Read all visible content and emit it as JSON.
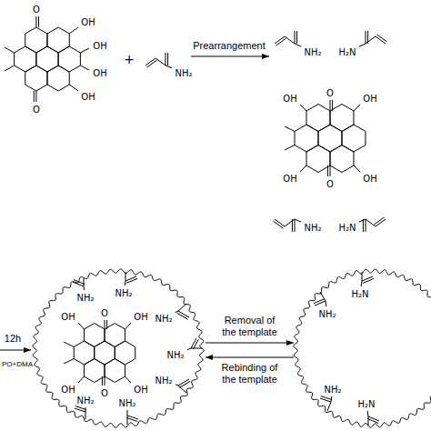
{
  "diagram": {
    "nodes": [
      {
        "text": [
          "NH₂",
          "NH₂",
          "OH",
          "O",
          "OH",
          "NH₂",
          "NH₂",
          "NH₂",
          "OH",
          "O",
          "OH",
          "NH₂",
          "NH₂"
        ]
      },
      {
        "text": [
          "H₂N",
          "NH₂",
          "NH₂",
          "H₂N"
        ]
      }
    ],
    "edges": [
      {
        "from": 0,
        "to": 1,
        "arrow": "to",
        "label": "Removal of the template"
      },
      {
        "from": 1,
        "to": 0,
        "arrow": "to",
        "label": "Rebinding of the template"
      }
    ],
    "labels": [
      "O",
      "OH",
      "OH",
      "OH",
      "OH",
      "O",
      "+",
      "NH₂",
      "Prearrangement",
      "NH₂",
      "H₂N",
      "OH",
      "O",
      "OH",
      "OH",
      "O",
      "OH",
      "NH₂",
      "H₂N",
      "12h",
      "PO+DMA"
    ]
  }
}
